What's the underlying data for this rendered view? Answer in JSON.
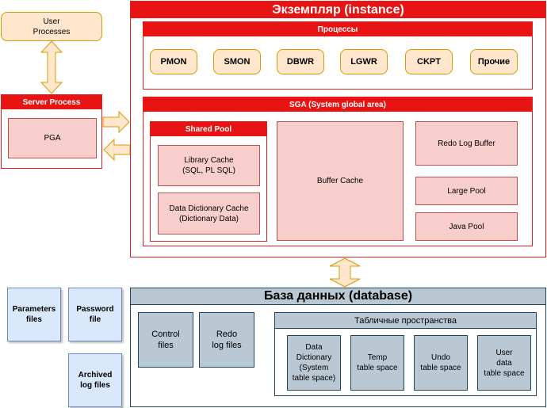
{
  "user_processes": "User\nProcesses",
  "server_process": {
    "title": "Server Process",
    "pga": "PGA"
  },
  "instance": {
    "title": "Экземпляр (instance)",
    "processes": {
      "title": "Процессы",
      "items": [
        "PMON",
        "SMON",
        "DBWR",
        "LGWR",
        "CKPT",
        "Прочие"
      ]
    },
    "sga": {
      "title": "SGA (System global area)",
      "shared_pool": {
        "title": "Shared Pool",
        "library_cache": "Library Cache\n(SQL, PL SQL)",
        "data_dictionary_cache": "Data Dictionary Cache\n(Dictionary Data)"
      },
      "buffer_cache": "Buffer Cache",
      "redo_log_buffer": "Redo Log Buffer",
      "large_pool": "Large Pool",
      "java_pool": "Java Pool"
    }
  },
  "files": {
    "parameters": "Parameters\nfiles",
    "password": "Password\nfile",
    "archived": "Archived\nlog files"
  },
  "database": {
    "title": "База данных (database)",
    "control_files": "Control\nfiles",
    "redo_log_files": "Redo\nlog files",
    "tablespaces": {
      "title": "Табличные пространства",
      "items": [
        "Data\nDictionary\n(System\ntable space)",
        "Temp\ntable space",
        "Undo\ntable space",
        "User\ndata\ntable space"
      ]
    }
  },
  "colors": {
    "red": "#e81414",
    "pink": "#f8cecc",
    "orange": "#ffe6cc",
    "blue": "#dae8fc",
    "grey": "#bac8d3"
  }
}
